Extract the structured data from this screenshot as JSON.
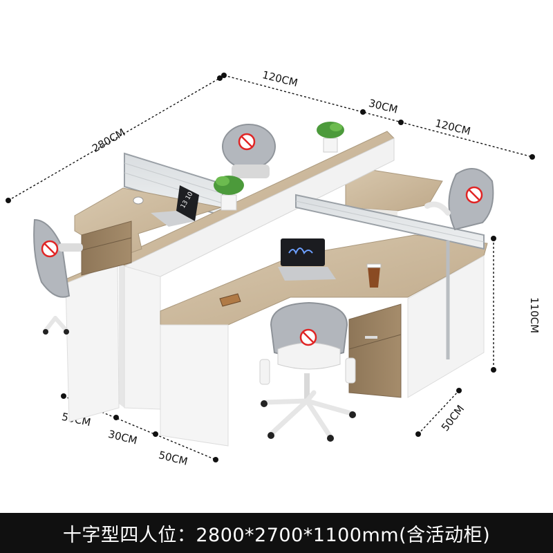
{
  "dimensions": {
    "top_width": "120CM",
    "top_gap": "30CM",
    "top_right_width": "120CM",
    "total_length": "280CM",
    "height": "110CM",
    "bottom_left_a": "50CM",
    "bottom_middle": "30CM",
    "bottom_left_b": "50CM",
    "bottom_right": "50CM"
  },
  "laptop_screen_text": "13 10",
  "caption": "十字型四人位：2800*2700*1100mm(含活动柜)",
  "colors": {
    "wood": "#c9b79c",
    "white_panel": "#f3f3f3",
    "chair_mesh": "#a9adb3",
    "no_symbol": "#e02424",
    "caption_bg": "#101010"
  },
  "icons": [
    "no-symbol-icon",
    "plant-icon",
    "laptop-icon",
    "coffee-cup-icon",
    "phone-icon"
  ]
}
